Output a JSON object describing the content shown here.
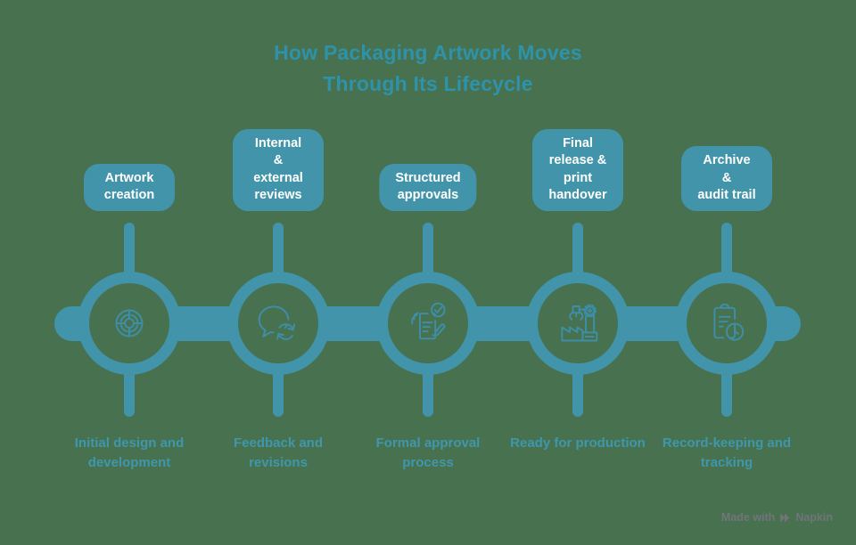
{
  "title": "How Packaging Artwork Moves\nThrough Its Lifecycle",
  "colors": {
    "background": "#48714F",
    "shape_teal": "#4294AB",
    "title_teal": "#2E93AA",
    "caption_teal": "#3F97AD",
    "icon_stroke": "#3D8EA6",
    "label_text": "#FFFFFF",
    "watermark_gray": "#70757A"
  },
  "stages": [
    {
      "label": "Artwork\ncreation",
      "caption": "Initial design and\ndevelopment",
      "icon": "design-wheel-icon"
    },
    {
      "label": "Internal &\nexternal\nreviews",
      "caption": "Feedback and\nrevisions",
      "icon": "feedback-refresh-icon"
    },
    {
      "label": "Structured\napprovals",
      "caption": "Formal approval\nprocess",
      "icon": "approval-document-icon"
    },
    {
      "label": "Final\nrelease &\nprint\nhandover",
      "caption": "Ready for production",
      "icon": "factory-production-icon"
    },
    {
      "label": "Archive &\naudit trail",
      "caption": "Record-keeping and\ntracking",
      "icon": "clipboard-clock-icon"
    }
  ],
  "watermark": {
    "prefix": "Made with",
    "brand": "Napkin"
  }
}
